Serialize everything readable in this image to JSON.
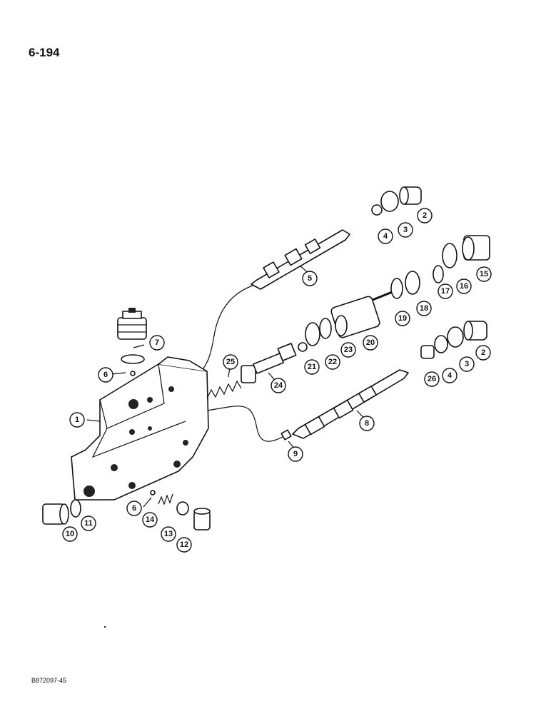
{
  "page_number": "6-194",
  "figure_code": "B872097-45",
  "callouts": [
    "1",
    "2",
    "3",
    "4",
    "5",
    "6",
    "7",
    "8",
    "9",
    "10",
    "11",
    "12",
    "13",
    "14",
    "15",
    "16",
    "17",
    "18",
    "19",
    "20",
    "21",
    "22",
    "23",
    "24",
    "25",
    "26"
  ]
}
